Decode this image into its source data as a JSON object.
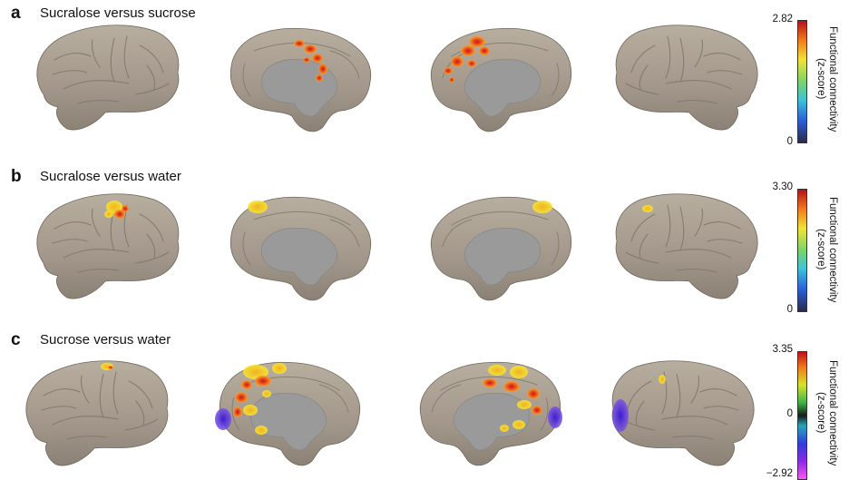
{
  "panels": [
    {
      "letter": "a",
      "title": "Sucralose versus sucrose"
    },
    {
      "letter": "b",
      "title": "Sucralose versus water"
    },
    {
      "letter": "c",
      "title": "Sucrose versus water"
    }
  ],
  "colorbars": [
    {
      "max": "2.82",
      "min": "0",
      "line1": "Functional connectivity",
      "line2": "(z-score)"
    },
    {
      "max": "3.30",
      "min": "0",
      "line1": "Functional connectivity",
      "line2": "(z-score)"
    },
    {
      "max": "3.35",
      "mid": "0",
      "min": "−2.92",
      "line1": "Functional connectivity",
      "line2": "(z-score)"
    }
  ],
  "colors": {
    "cortex": "#a89e91",
    "cortex_dark": "#7d7469",
    "medial_wall": "#9e9e9e",
    "hot_red": "#d1241c",
    "hot_orange": "#f2761e",
    "hot_yellow": "#f4d82a",
    "cold_blue": "#4d2fd3"
  }
}
